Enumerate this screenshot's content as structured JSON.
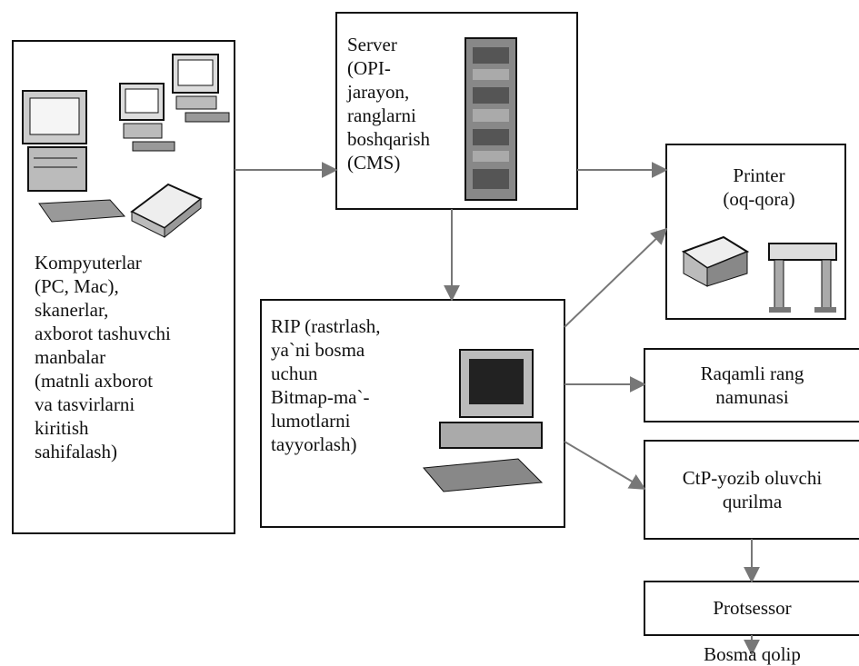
{
  "nodes": {
    "computers": {
      "lines": [
        "Kompyuterlar",
        "(PC, Mac),",
        "skanerlar,",
        "axborot tashuvchi",
        "manbalar",
        "(matnli axborot",
        "va tasvirlarni",
        "kiritish",
        "sahifalash)"
      ],
      "icons": [
        "desktop-computer-icon",
        "monitor-icon",
        "monitor-icon",
        "scanner-icon"
      ]
    },
    "server": {
      "lines": [
        "Server",
        "(OPI-",
        "jarayon,",
        "ranglarni",
        "boshqarish",
        "(CMS)"
      ],
      "icons": [
        "server-rack-icon"
      ]
    },
    "rip": {
      "lines": [
        "RIP (rastrlash,",
        "ya`ni bosma",
        "uchun",
        "Bitmap-ma`-",
        "lumotlarni",
        "tayyorlash)"
      ],
      "icons": [
        "desktop-computer-icon"
      ]
    },
    "printer": {
      "lines": [
        "Printer",
        "(oq-qora)"
      ],
      "icons": [
        "printer-icon",
        "plotter-icon"
      ]
    },
    "proof": {
      "lines": [
        "Raqamli rang",
        "namunasi"
      ]
    },
    "ctp": {
      "lines": [
        "CtP-yozib oluvchi",
        "qurilma"
      ]
    },
    "processor": {
      "lines": [
        "Protsessor"
      ]
    },
    "plate": {
      "lines": [
        "Bosma qolip"
      ]
    }
  },
  "edges": [
    {
      "from": "computers",
      "to": "server"
    },
    {
      "from": "server",
      "to": "printer"
    },
    {
      "from": "server",
      "to": "rip"
    },
    {
      "from": "rip",
      "to": "printer"
    },
    {
      "from": "rip",
      "to": "proof"
    },
    {
      "from": "rip",
      "to": "ctp"
    },
    {
      "from": "ctp",
      "to": "processor"
    },
    {
      "from": "processor",
      "to": "plate"
    }
  ],
  "colors": {
    "line": "#777777",
    "border": "#111111",
    "text": "#111111"
  }
}
